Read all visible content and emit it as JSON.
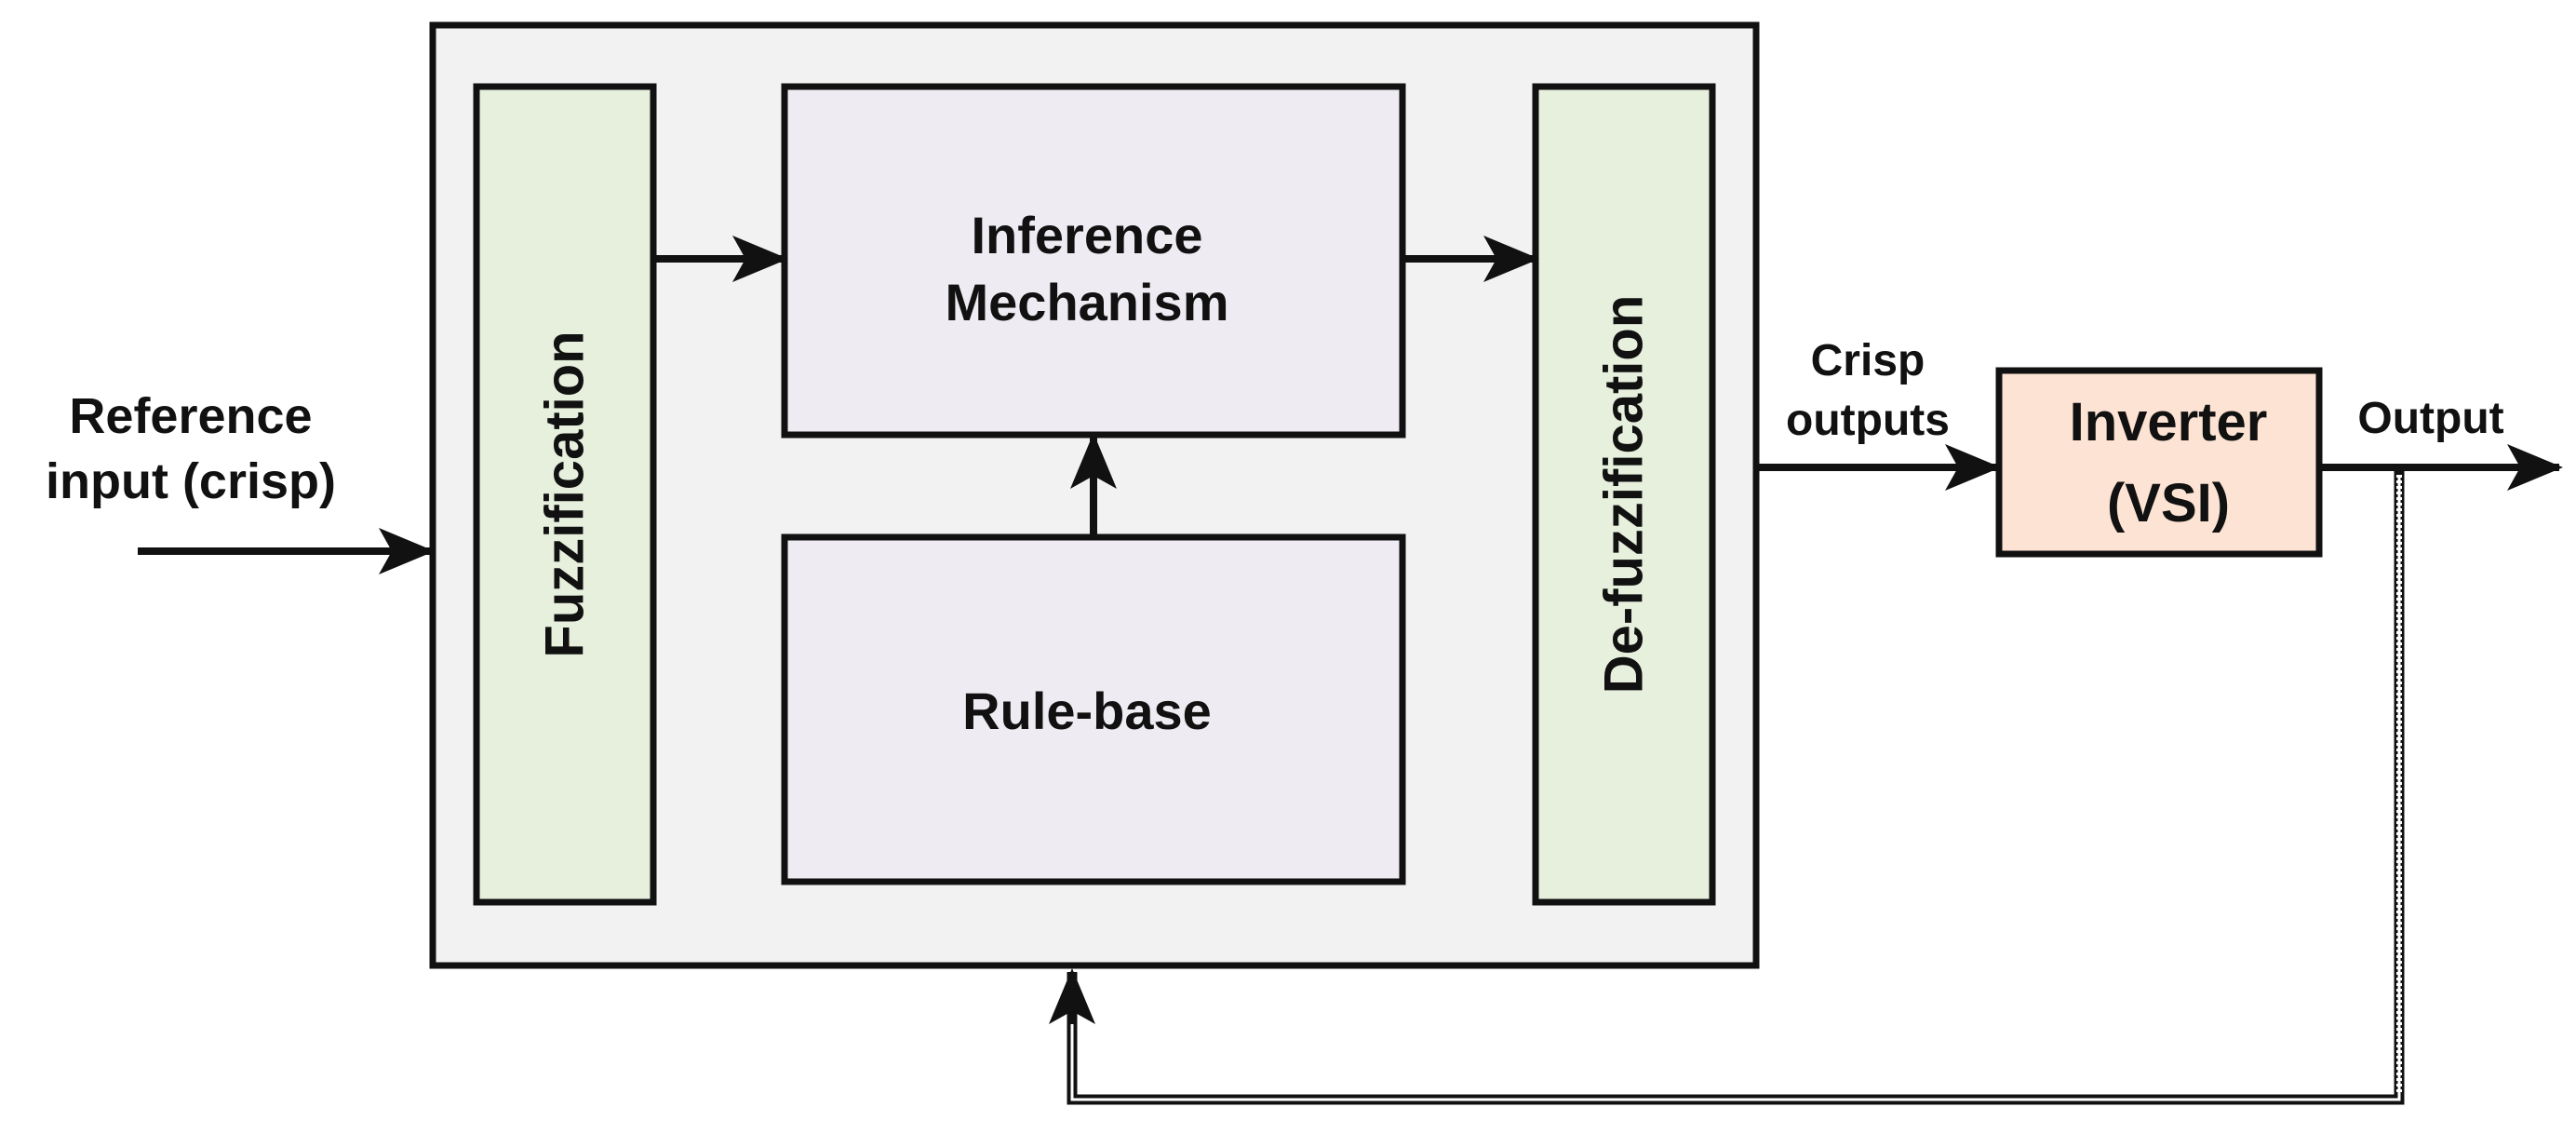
{
  "colors": {
    "outer_block_fill": "#f2f2f2",
    "fuzzification_fill": "#e6f0dd",
    "defuzzification_fill": "#e6f0dd",
    "inference_fill": "#efebf2",
    "rule_base_fill": "#efebf2",
    "inverter_fill": "#fde3d3",
    "stroke": "#111111"
  },
  "labels": {
    "reference_input_line1": "Reference",
    "reference_input_line2": "input (crisp)",
    "fuzzification": "Fuzzification",
    "inference_line1": "Inference",
    "inference_line2": "Mechanism",
    "rule_base": "Rule-base",
    "defuzzification": "De-fuzzification",
    "crisp_outputs_line1": "Crisp",
    "crisp_outputs_line2": "outputs",
    "inverter_line1": "Inverter",
    "inverter_line2": "(VSI)",
    "output": "Output"
  }
}
